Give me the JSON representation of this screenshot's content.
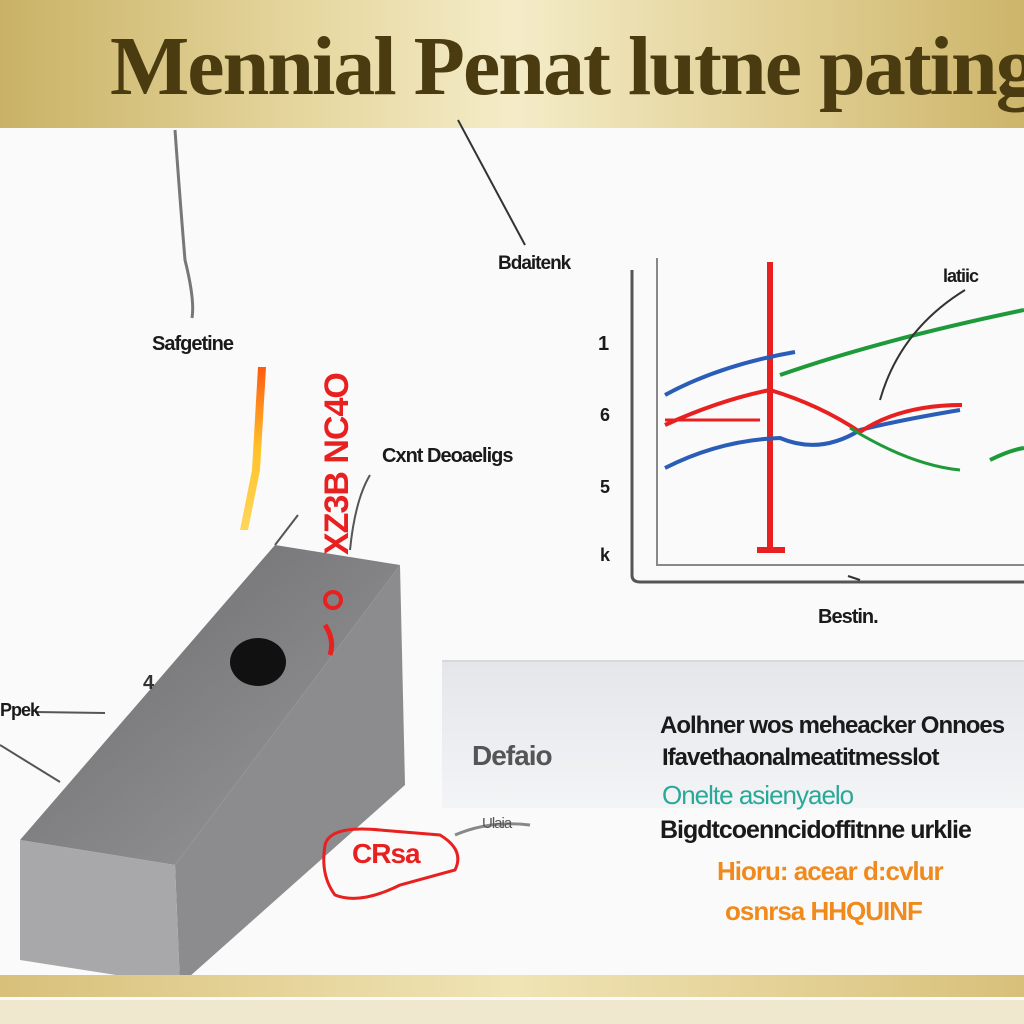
{
  "title": "Mennial Penat lutne pating",
  "labels": {
    "top_left": "Safgetine",
    "top_center": "Bdaitenk",
    "vertical_red": "XZ3B NC4O",
    "cont": "Cxnt Deoaeligs",
    "chart_right": "latiic",
    "chart_x": "Bestin.",
    "box_left": "Ppek",
    "box_mark": "4",
    "stamp": "CRsa",
    "small_note": "Ulaia"
  },
  "chart_ticks": [
    "1",
    "6",
    "5",
    "k"
  ],
  "panel": {
    "heading": "Defaio",
    "lines": [
      {
        "text": "Aolhner wos meheacker Onnoes",
        "color": "#1a1a1a"
      },
      {
        "text": "Ifavethaonalmeatitmesslot",
        "color": "#1a1a1a"
      },
      {
        "text": "Onelte asienyaelo",
        "color": "#2aa898"
      },
      {
        "text": "Bigdtcoenncidoffitnne urklie",
        "color": "#1a1a1a"
      },
      {
        "text": "Hioru: acear d:cvlur",
        "color": "#f08a1c"
      },
      {
        "text": "osnrsa HHQUINF",
        "color": "#f08a1c"
      }
    ]
  },
  "colors": {
    "gold": "#c9b266",
    "red": "#e82020",
    "blue": "#2a5db8",
    "green": "#1e9a3a",
    "box": "#7a7a7c"
  }
}
